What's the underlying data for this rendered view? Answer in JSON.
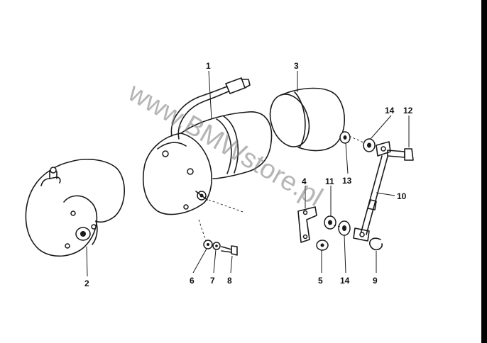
{
  "watermark": "www.BMWstore.pl",
  "callouts": {
    "c1": "1",
    "c2": "2",
    "c3": "3",
    "c4": "4",
    "c5": "5",
    "c6": "6",
    "c7": "7",
    "c8": "8",
    "c9": "9",
    "c10": "10",
    "c11": "11",
    "c12": "12",
    "c13": "13",
    "c14a": "14",
    "c14b": "14"
  }
}
